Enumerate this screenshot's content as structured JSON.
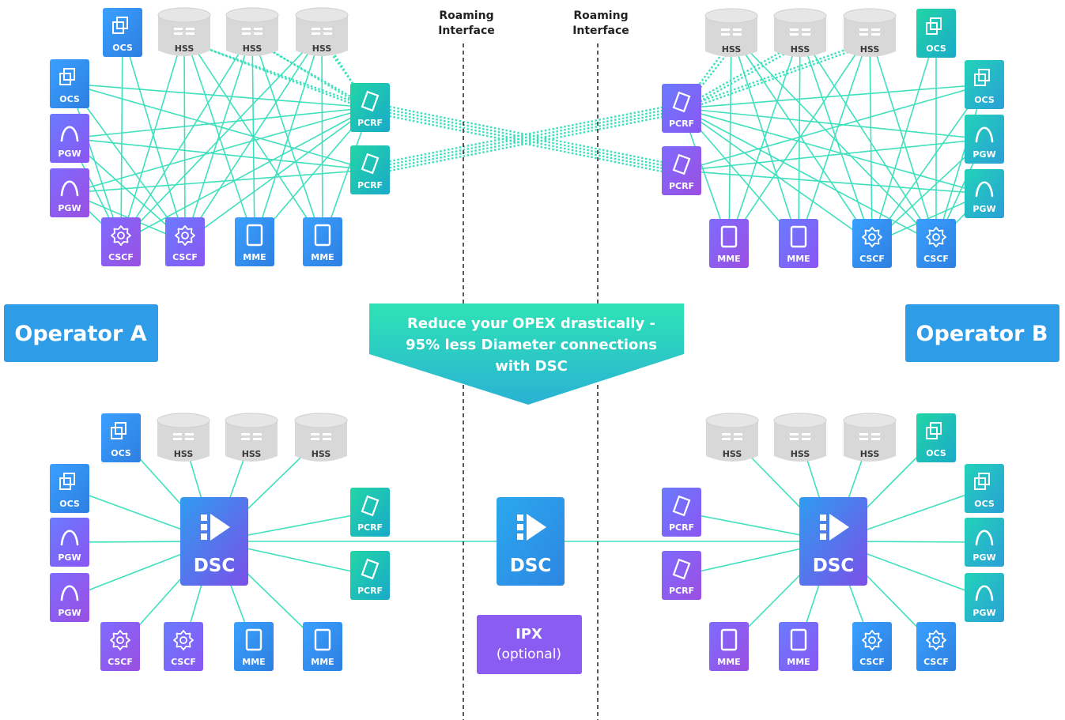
{
  "colors": {
    "line": "#3fe0bd",
    "operator_box": "#2f9ce8",
    "callout_top": "#2ee3b5",
    "callout_bottom": "#2db6cf",
    "ipx": "#8a5cf2",
    "hss_fill": "#d8d8d8",
    "hss_label": "#3a3a3a"
  },
  "interfaces": {
    "left_label_1": "Roaming",
    "left_label_2": "Interface",
    "right_label_1": "Roaming",
    "right_label_2": "Interface"
  },
  "operators": {
    "a": "Operator A",
    "b": "Operator B"
  },
  "callout": {
    "line1": "Reduce your OPEX drastically -",
    "line2": "95% less Diameter connections",
    "line3": "with DSC"
  },
  "ipx": {
    "label": "IPX",
    "sub": "(optional)"
  },
  "labels": {
    "ocs": "OCS",
    "hss": "HSS",
    "pcrf": "PCRF",
    "pgw": "PGW",
    "cscf": "CSCF",
    "mme": "MME",
    "dsc": "DSC"
  },
  "icons": {
    "ocs": "stacked-squares-icon",
    "hss": "database-icon",
    "pcrf": "tilted-card-icon",
    "pgw": "arch-icon",
    "cscf": "gear-icon",
    "mme": "device-icon",
    "dsc": "signal-router-icon"
  }
}
